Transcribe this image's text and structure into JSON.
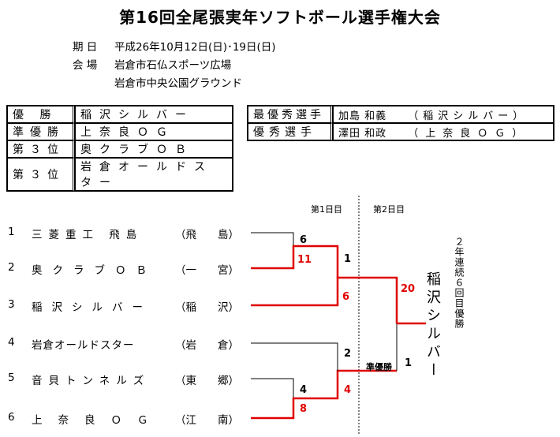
{
  "title": "第16回全尾張実年ソフトボール選手権大会",
  "info": [
    {
      "label": "期 日",
      "value": "平成26年10月12日(日)･19日(日)"
    },
    {
      "label": "会 場",
      "value": "岩倉市石仏スポーツ広場"
    },
    {
      "label": "",
      "value": "岩倉市中央公園グラウンド"
    }
  ],
  "results": [
    {
      "label": "優 勝",
      "team": "稲沢シルバー"
    },
    {
      "label": "準優勝",
      "team": "上奈良ＯＧ"
    },
    {
      "label": "第３位",
      "team": "奥クラブＯＢ"
    },
    {
      "label": "第３位",
      "team": "岩倉オールドスター"
    }
  ],
  "awards": [
    {
      "label": "最優秀選手",
      "player": "加島 和義",
      "team": "（稲沢シルバー）"
    },
    {
      "label": "優秀選手",
      "player": "澤田 和政",
      "team": "（上奈良ＯＧ）"
    }
  ],
  "bracket": {
    "day1": "第1日目",
    "day2": "第2日目",
    "teams": [
      {
        "no": "1",
        "name": "三菱重工 飛島",
        "city": "（飛　　島）"
      },
      {
        "no": "2",
        "name": "奥クラブＯＢ",
        "city": "（一　　宮）"
      },
      {
        "no": "3",
        "name": "稲沢シルバー",
        "city": "（稲　　沢）"
      },
      {
        "no": "4",
        "name": "岩倉オールドスター",
        "city": "（岩　　倉）"
      },
      {
        "no": "5",
        "name": "音貝トンネルズ",
        "city": "（東　　郷）"
      },
      {
        "no": "6",
        "name": "上奈良ＯＧ",
        "city": "（江　　南）"
      }
    ],
    "scores": {
      "m1_top": "6",
      "m1_bot": "11",
      "m2_top": "1",
      "m2_bot": "6",
      "m3_top": "4",
      "m3_bot": "8",
      "m4_top": "2",
      "m4_bot": "4",
      "final_top": "20",
      "final_bot": "1"
    },
    "runner_up_label": "準優勝",
    "champion": "稲沢シルバー",
    "champion_note": "２年連続６回目優勝"
  },
  "colors": {
    "winner_line": "#e00000",
    "loser_line": "#000000"
  }
}
